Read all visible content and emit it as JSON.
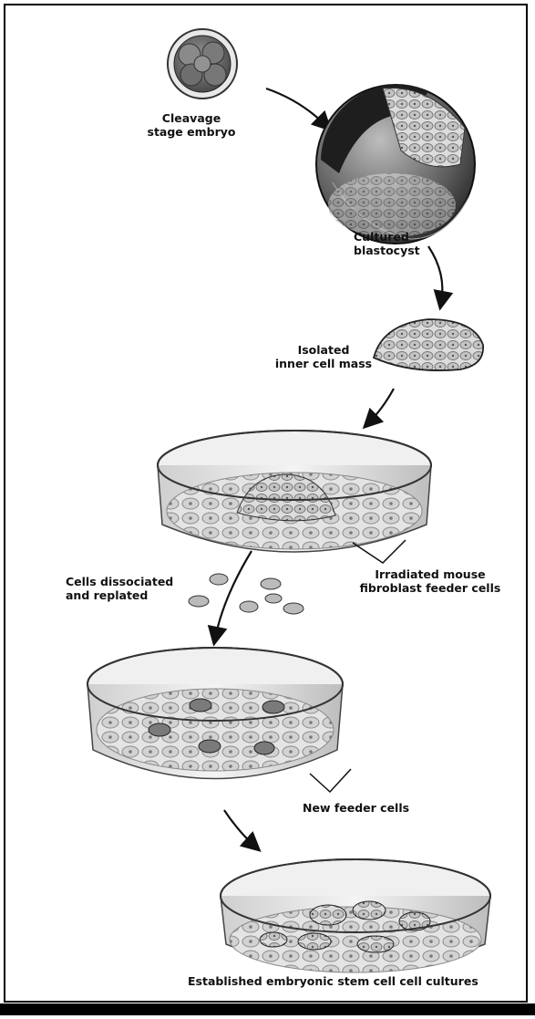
{
  "diagram": {
    "labels": {
      "cleavage": [
        "Cleavage",
        "stage embryo"
      ],
      "blastocyst": [
        "Cultured",
        "blastocyst"
      ],
      "icm": [
        "Isolated",
        "inner cell mass"
      ],
      "dissociated": [
        "Cells dissociated",
        "and replated"
      ],
      "irradiated": [
        "Irradiated mouse",
        "fibroblast feeder cells"
      ],
      "new_feeder": "New feeder cells",
      "established": "Established embryonic stem cell cell cultures"
    },
    "colors": {
      "border": "#000000",
      "ink": "#111111",
      "cell_fill": "#d6d6d6",
      "cell_dark": "#6a6a6a",
      "dish_rim": "#9a9a9a"
    }
  }
}
